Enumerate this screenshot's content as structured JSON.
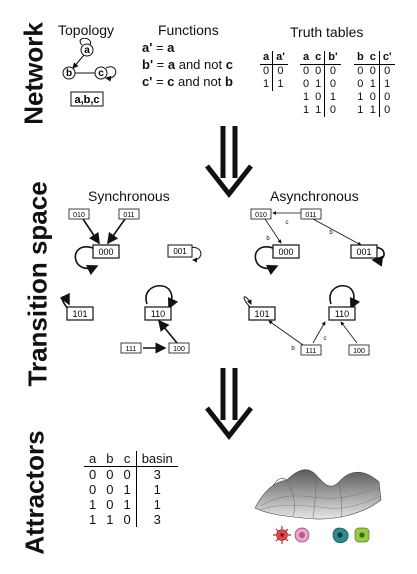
{
  "section_labels": {
    "network": "Network",
    "transition_space": "Transition space",
    "attractors": "Attractors"
  },
  "network": {
    "topology_title": "Topology",
    "nodes": [
      "a",
      "b",
      "c"
    ],
    "state_label": "a,b,c",
    "functions_title": "Functions",
    "functions": [
      {
        "lhs": "a'",
        "op": " = ",
        "t1": "a",
        "mid": "",
        "t2": ""
      },
      {
        "lhs": "b'",
        "op": " = ",
        "t1": "a",
        "mid": " and not ",
        "t2": "c"
      },
      {
        "lhs": "c'",
        "op": " = ",
        "t1": "c",
        "mid": " and not ",
        "t2": "b"
      }
    ],
    "truth_tables_title": "Truth tables",
    "table_a": {
      "headers": [
        "a",
        "a'"
      ],
      "rows": [
        [
          "0",
          "0"
        ],
        [
          "1",
          "1"
        ]
      ]
    },
    "table_b": {
      "headers": [
        "a",
        "c",
        "b'"
      ],
      "rows": [
        [
          "0",
          "0",
          "0"
        ],
        [
          "0",
          "1",
          "0"
        ],
        [
          "1",
          "0",
          "1"
        ],
        [
          "1",
          "1",
          "0"
        ]
      ]
    },
    "table_c": {
      "headers": [
        "b",
        "c",
        "c'"
      ],
      "rows": [
        [
          "0",
          "0",
          "0"
        ],
        [
          "0",
          "1",
          "1"
        ],
        [
          "1",
          "0",
          "0"
        ],
        [
          "1",
          "1",
          "0"
        ]
      ]
    }
  },
  "transition_space": {
    "synchronous_title": "Synchronous",
    "asynchronous_title": "Asynchronous",
    "sync_states": [
      "010",
      "011",
      "000",
      "001",
      "101",
      "110",
      "111",
      "100"
    ],
    "async_states": [
      "010",
      "011",
      "000",
      "001",
      "101",
      "110",
      "111",
      "100"
    ],
    "edge_labels": [
      "b",
      "c",
      "b",
      "b",
      "c",
      "b"
    ]
  },
  "attractors": {
    "headers": [
      "a",
      "b",
      "c",
      "basin"
    ],
    "rows": [
      [
        "0",
        "0",
        "0",
        "3"
      ],
      [
        "0",
        "0",
        "1",
        "1"
      ],
      [
        "1",
        "0",
        "1",
        "1"
      ],
      [
        "1",
        "1",
        "0",
        "3"
      ]
    ]
  },
  "colors": {
    "ink": "#111111",
    "landscape_light": "#e6e6e6",
    "landscape_dark": "#5a5a5a",
    "cell_red": "#e0454f",
    "cell_pink": "#e8a6c8",
    "cell_teal": "#2f8a8a",
    "cell_green": "#9ac84a"
  }
}
